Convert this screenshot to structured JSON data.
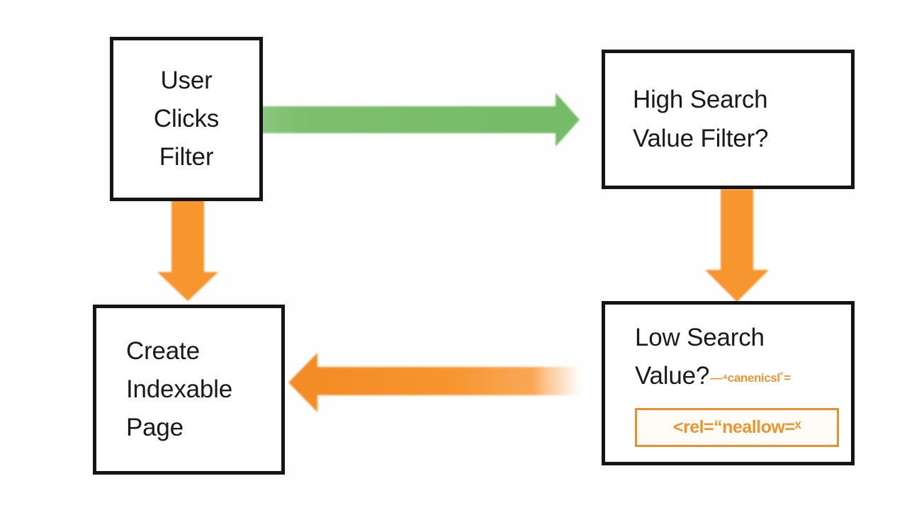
{
  "diagram": {
    "type": "flowchart",
    "title": "Faceted navigation SEO decision flow",
    "background_color": "#ffffff",
    "colors": {
      "box_border": "#151515",
      "box_fill": "#ffffff",
      "text": "#1a1a1a",
      "arrow_green": "#7cbf6e",
      "arrow_orange": "#f7952f",
      "chip_border": "#e89030",
      "chip_fill": "#fffcf8",
      "chip_text": "#ef9530"
    }
  },
  "nodes": [
    {
      "id": "user-clicks-filter",
      "label": "User\nClicks\nFilter",
      "position": "top-left"
    },
    {
      "id": "high-search-value",
      "label": "High Search\nValue Filter?",
      "position": "top-right"
    },
    {
      "id": "create-indexable-page",
      "label": "Create\nIndexable\nPage",
      "position": "bottom-left"
    },
    {
      "id": "low-search-value",
      "label_line1": "Low Search",
      "label_line2": "Value?",
      "annotation": "—⁴canenicsl˚=",
      "code_chip": "<rel=“neallow=ˣ",
      "position": "bottom-right"
    }
  ],
  "arrows": [
    {
      "id": "filter-to-high",
      "from": "user-clicks-filter",
      "to": "high-search-value",
      "direction": "right",
      "color": "#7cbf6e"
    },
    {
      "id": "filter-to-create",
      "from": "user-clicks-filter",
      "to": "create-indexable-page",
      "direction": "down",
      "color": "#f7952f"
    },
    {
      "id": "high-to-low",
      "from": "high-search-value",
      "to": "low-search-value",
      "direction": "down",
      "color": "#f7952f"
    },
    {
      "id": "low-to-create",
      "from": "low-search-value",
      "to": "create-indexable-page",
      "direction": "left",
      "color": "#f7952f"
    }
  ]
}
